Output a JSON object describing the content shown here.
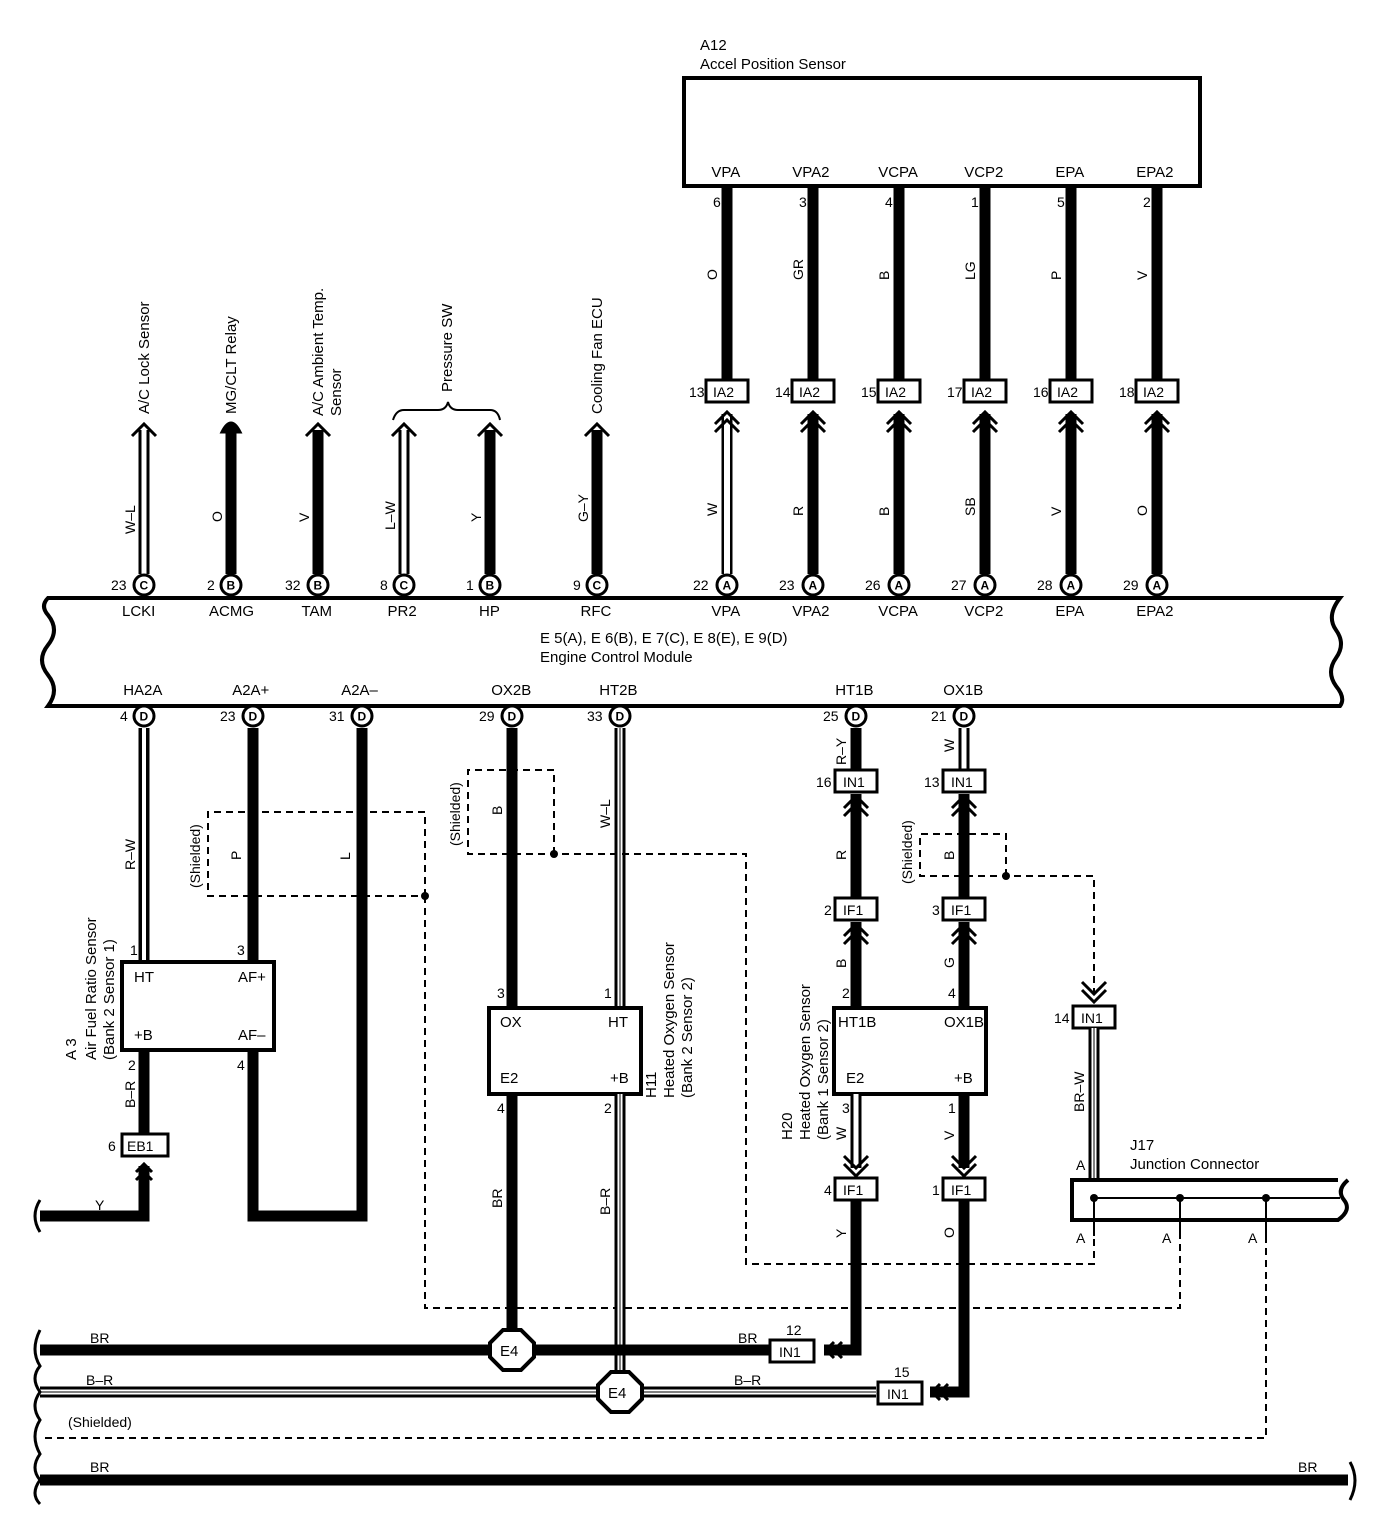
{
  "a12": {
    "code": "A12",
    "name": "Accel Position Sensor"
  },
  "ecm": {
    "connectors": "E 5(A), E 6(B), E 7(C), E 8(E), E 9(D)",
    "name": "Engine Control Module"
  },
  "a3": {
    "code": "A 3",
    "name": "Air Fuel Ratio Sensor",
    "sub": "(Bank 2 Sensor 1)",
    "pins": {
      "ht": "HT",
      "b": "+B",
      "af_plus": "AF+",
      "af_minus": "AF–"
    }
  },
  "h11": {
    "code": "H11",
    "name": "Heated Oxygen Sensor",
    "sub": "(Bank 2 Sensor 2)",
    "pins": {
      "ox": "OX",
      "ht": "HT",
      "e2": "E2",
      "b": "+B"
    }
  },
  "h20": {
    "code": "H20",
    "name": "Heated Oxygen Sensor",
    "sub": "(Bank 1 Sensor 2)",
    "pins": {
      "ht1b": "HT1B",
      "ox1b": "OX1B",
      "e2": "E2",
      "b": "+B"
    }
  },
  "j17": {
    "code": "J17",
    "name": "Junction Connector",
    "pin": "A"
  },
  "pressure_sw": "Pressure SW",
  "shielded": "(Shielded)",
  "top_left": [
    {
      "label": "A/C Lock Sensor",
      "label2": "",
      "color": "W–L",
      "pin": "23",
      "conn": "C",
      "term": "LCKI"
    },
    {
      "label": "MG/CLT Relay",
      "label2": "",
      "color": "O",
      "pin": "2",
      "conn": "B",
      "term": "ACMG"
    },
    {
      "label": "A/C Ambient Temp.",
      "label2": "Sensor",
      "color": "V",
      "pin": "32",
      "conn": "B",
      "term": "TAM"
    },
    {
      "label": "",
      "label2": "",
      "color": "L–W",
      "pin": "8",
      "conn": "C",
      "term": "PR2"
    },
    {
      "label": "",
      "label2": "",
      "color": "Y",
      "pin": "1",
      "conn": "B",
      "term": "HP"
    },
    {
      "label": "Cooling Fan ECU",
      "label2": "",
      "color": "G–Y",
      "pin": "9",
      "conn": "C",
      "term": "RFC"
    }
  ],
  "accel": [
    {
      "sensor_term": "VPA",
      "sensor_pin": "6",
      "wire_top": "O",
      "ia_pin": "13",
      "ia": "IA2",
      "wire_bottom": "W",
      "ecm_pin": "22",
      "conn": "A",
      "ecm_term": "VPA"
    },
    {
      "sensor_term": "VPA2",
      "sensor_pin": "3",
      "wire_top": "GR",
      "ia_pin": "14",
      "ia": "IA2",
      "wire_bottom": "R",
      "ecm_pin": "23",
      "conn": "A",
      "ecm_term": "VPA2"
    },
    {
      "sensor_term": "VCPA",
      "sensor_pin": "4",
      "wire_top": "B",
      "ia_pin": "15",
      "ia": "IA2",
      "wire_bottom": "B",
      "ecm_pin": "26",
      "conn": "A",
      "ecm_term": "VCPA"
    },
    {
      "sensor_term": "VCP2",
      "sensor_pin": "1",
      "wire_top": "LG",
      "ia_pin": "17",
      "ia": "IA2",
      "wire_bottom": "SB",
      "ecm_pin": "27",
      "conn": "A",
      "ecm_term": "VCP2"
    },
    {
      "sensor_term": "EPA",
      "sensor_pin": "5",
      "wire_top": "P",
      "ia_pin": "16",
      "ia": "IA2",
      "wire_bottom": "V",
      "ecm_pin": "28",
      "conn": "A",
      "ecm_term": "EPA"
    },
    {
      "sensor_term": "EPA2",
      "sensor_pin": "2",
      "wire_top": "V",
      "ia_pin": "18",
      "ia": "IA2",
      "wire_bottom": "O",
      "ecm_pin": "29",
      "conn": "A",
      "ecm_term": "EPA2"
    }
  ],
  "bottom_terms": [
    {
      "term": "HA2A",
      "pin": "4",
      "conn": "D"
    },
    {
      "term": "A2A+",
      "pin": "23",
      "conn": "D"
    },
    {
      "term": "A2A–",
      "pin": "31",
      "conn": "D"
    },
    {
      "term": "OX2B",
      "pin": "29",
      "conn": "D"
    },
    {
      "term": "HT2B",
      "pin": "33",
      "conn": "D"
    },
    {
      "term": "HT1B",
      "pin": "25",
      "conn": "D"
    },
    {
      "term": "OX1B",
      "pin": "21",
      "conn": "D"
    }
  ],
  "wires": {
    "ha2a": "R–W",
    "a2a_plus": "P",
    "a2a_minus": "L",
    "ox2b": "B",
    "ht2b": "W–L",
    "a3_b": "B–R",
    "y": "Y",
    "h11_e2": "BR",
    "h11_b": "B–R",
    "ht1b_top": "R–Y",
    "ht1b_mid": "R",
    "ht1b_low": "B",
    "ox1b_top": "W",
    "ox1b_mid": "B",
    "ox1b_low": "G",
    "h20_e2": "W",
    "h20_b": "V",
    "if1_4_out": "Y",
    "if1_1_out": "O",
    "j17_in": "BR–W",
    "bus_br": "BR",
    "bus_br_in1": "BR",
    "bus_br_r": "B–R",
    "bus_br_r_in1": "B–R",
    "bottom_left": "BR",
    "bottom_right": "BR"
  },
  "pins": {
    "a3_1": "1",
    "a3_2": "2",
    "a3_3": "3",
    "a3_4": "4",
    "h11_3": "3",
    "h11_1": "1",
    "h11_4": "4",
    "h11_2": "2",
    "h20_2": "2",
    "h20_4": "4",
    "h20_3": "3",
    "h20_1": "1"
  },
  "connectors": {
    "eb1": {
      "id": "EB1",
      "pin": "6"
    },
    "in1_16": {
      "id": "IN1",
      "pin": "16"
    },
    "in1_13": {
      "id": "IN1",
      "pin": "13"
    },
    "if1_2": {
      "id": "IF1",
      "pin": "2"
    },
    "if1_3": {
      "id": "IF1",
      "pin": "3"
    },
    "if1_4": {
      "id": "IF1",
      "pin": "4"
    },
    "if1_1": {
      "id": "IF1",
      "pin": "1"
    },
    "in1_14": {
      "id": "IN1",
      "pin": "14"
    },
    "in1_12": {
      "id": "IN1",
      "pin": "12"
    },
    "in1_15": {
      "id": "IN1",
      "pin": "15"
    }
  },
  "grounds": {
    "g1": "E4",
    "g2": "E4"
  }
}
